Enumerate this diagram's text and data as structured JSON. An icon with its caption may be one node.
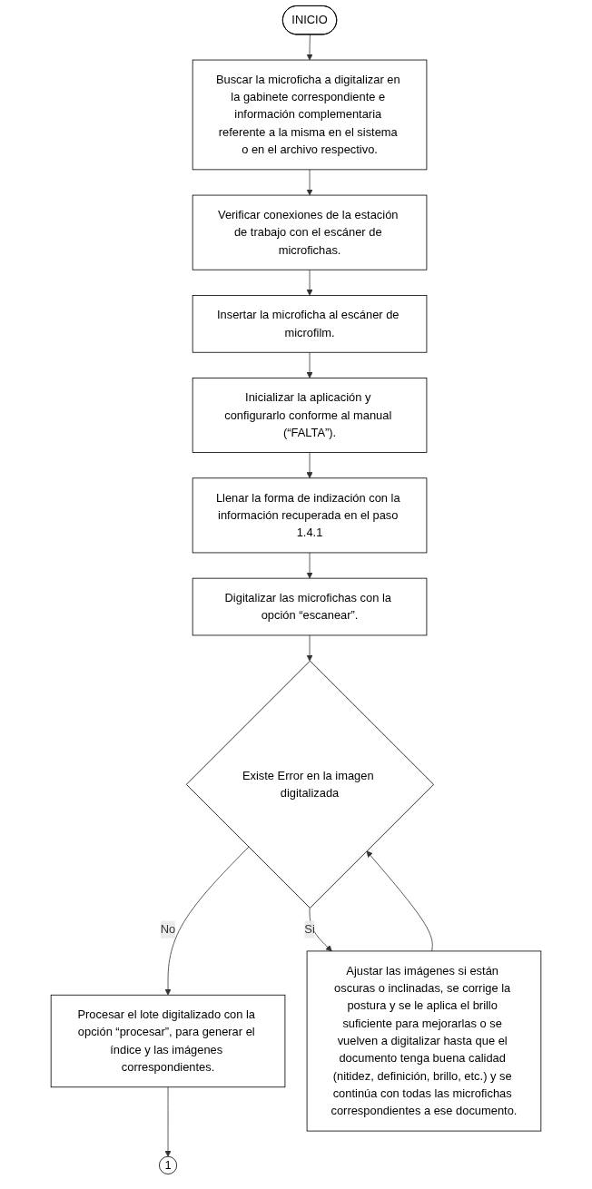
{
  "diagram": {
    "nodes": [
      {
        "text": [
          "INICIO"
        ]
      },
      {
        "text": [
          "Buscar la microficha a digitalizar en la gabinete correspondiente e información complementaria referente a la misma en el sistema o en el archivo respectivo."
        ]
      },
      {
        "text": [
          "Verificar conexiones de la estación de trabajo con el escáner de microfichas."
        ]
      },
      {
        "text": [
          "Insertar la microficha al escáner de microfilm."
        ]
      },
      {
        "text": [
          "Inicializar la aplicación y configurarlo conforme al manual (“FALTA”)."
        ]
      },
      {
        "text": [
          "Llenar la forma de indización con la información recuperada en el paso 1.4.1"
        ]
      },
      {
        "text": [
          "Digitalizar las microfichas con la opción “escanear”."
        ]
      },
      {
        "text": [
          "Existe Error en la imagen digitalizada"
        ]
      },
      {
        "text": [
          "Procesar el lote digitalizado con la opción “procesar”, para generar el índice y las imágenes correspondientes."
        ]
      },
      {
        "text": [
          "Ajustar las imágenes si están oscuras o inclinadas, se corrige la postura y se le aplica el brillo suficiente para mejorarlas o se vuelven a digitalizar hasta que el documento tenga buena calidad (nitidez, definición, brillo, etc.) y se continúa con todas las microfichas correspondientes a ese documento."
        ]
      },
      {
        "text": [
          "1"
        ]
      }
    ],
    "edges": [
      {
        "from": 0,
        "to": 1,
        "arrow": "to"
      },
      {
        "from": 1,
        "to": 2,
        "arrow": "to"
      },
      {
        "from": 2,
        "to": 3,
        "arrow": "to"
      },
      {
        "from": 3,
        "to": 4,
        "arrow": "to"
      },
      {
        "from": 4,
        "to": 5,
        "arrow": "to"
      },
      {
        "from": 5,
        "to": 6,
        "arrow": "to"
      },
      {
        "from": 6,
        "to": 7,
        "arrow": "to"
      },
      {
        "from": 7,
        "to": 8,
        "label": "No",
        "arrow": "to"
      },
      {
        "from": 7,
        "to": 9,
        "label": "Si",
        "arrow": "to"
      },
      {
        "from": 8,
        "to": 10,
        "arrow": "to"
      },
      {
        "from": 9,
        "to": 7,
        "arrow": "to"
      }
    ]
  }
}
